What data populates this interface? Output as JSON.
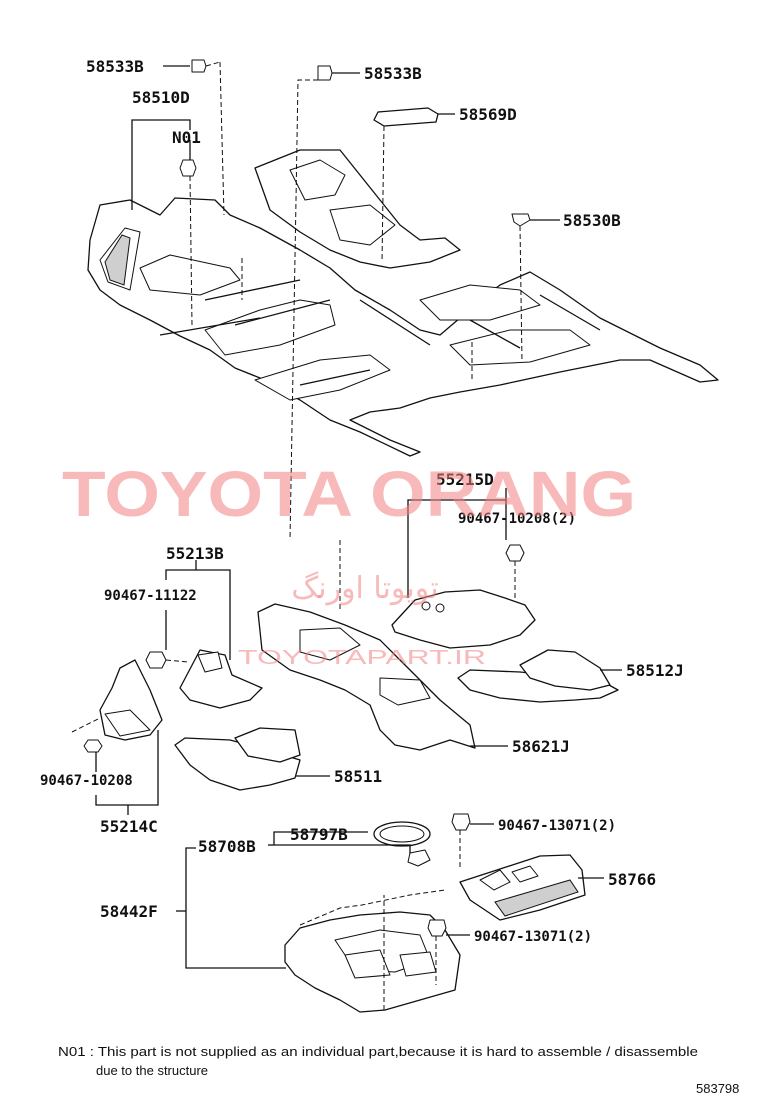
{
  "labels": {
    "p58533b_left": "58533B",
    "p58510d": "58510D",
    "pn01": "N01",
    "p58533b_right": "58533B",
    "p58569d": "58569D",
    "p58530b": "58530B",
    "p55215d": "55215D",
    "p90467_10208_2": "90467-10208(2)",
    "p55213b": "55213B",
    "p90467_11122": "90467-11122",
    "p58512j": "58512J",
    "p58621j": "58621J",
    "p58511": "58511",
    "p90467_10208": "90467-10208",
    "p55214c": "55214C",
    "p58708b": "58708B",
    "p58797b": "58797B",
    "p90467_13071_top": "90467-13071(2)",
    "p58766": "58766",
    "p58442f": "58442F",
    "p90467_13071_bottom": "90467-13071(2)"
  },
  "watermark": {
    "brand": "TOYOTA ORANG",
    "persian": "تویوتا اورنگ",
    "url": "TOYOTAPART.IR"
  },
  "footnote": {
    "line1": "N01 : This part is not supplied as an individual part,because it is hard to assemble / disassemble",
    "line2": "due to the structure"
  },
  "doc_id": "583798",
  "colors": {
    "line": "#111111",
    "watermark": "#f08080"
  }
}
